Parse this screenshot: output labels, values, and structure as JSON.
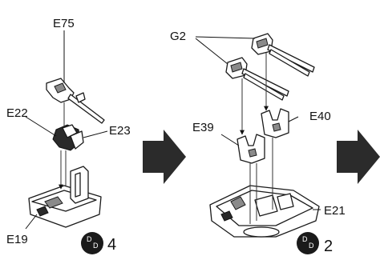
{
  "step_left": {
    "labels": {
      "e75": "E75",
      "e22": "E22",
      "e23": "E23",
      "e19": "E19"
    },
    "quantity": "4",
    "icon": "paired-parts-icon"
  },
  "step_right": {
    "labels": {
      "g2": "G2",
      "e39": "E39",
      "e40": "E40",
      "e21": "E21"
    },
    "quantity": "2",
    "icon": "paired-parts-icon"
  },
  "arrows": [
    "next-step-arrow",
    "next-step-arrow"
  ],
  "colors": {
    "ink": "#1a1a1a",
    "shade": "#8a8a8a",
    "arrow": "#2b2b2b"
  }
}
